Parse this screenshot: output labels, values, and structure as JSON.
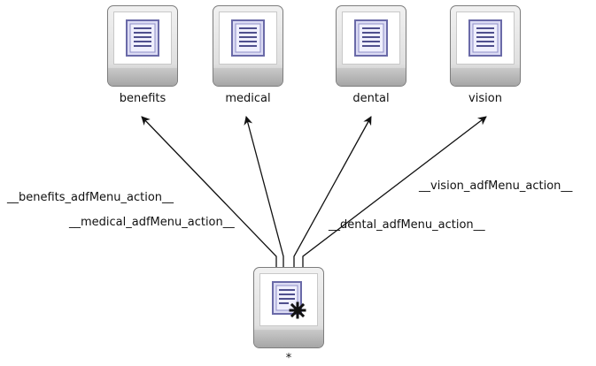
{
  "diagram": {
    "nodes": [
      {
        "id": "benefits",
        "label": "benefits",
        "icon": "page-icon"
      },
      {
        "id": "medical",
        "label": "medical",
        "icon": "page-icon"
      },
      {
        "id": "dental",
        "label": "dental",
        "icon": "page-icon"
      },
      {
        "id": "vision",
        "label": "vision",
        "icon": "page-icon"
      },
      {
        "id": "wildcard",
        "label": "*",
        "icon": "wildcard-page-icon"
      }
    ],
    "edges": [
      {
        "from": "wildcard",
        "to": "benefits",
        "label": "__benefits_adfMenu_action__"
      },
      {
        "from": "wildcard",
        "to": "medical",
        "label": "__medical_adfMenu_action__"
      },
      {
        "from": "wildcard",
        "to": "dental",
        "label": "__dental_adfMenu_action__"
      },
      {
        "from": "wildcard",
        "to": "vision",
        "label": "__vision_adfMenu_action__"
      }
    ],
    "colors": {
      "edge": "#111111",
      "node_border": "#7d7d7d",
      "page_icon_fill": "#dcdcf4",
      "page_icon_border": "#6a6aa8"
    }
  }
}
